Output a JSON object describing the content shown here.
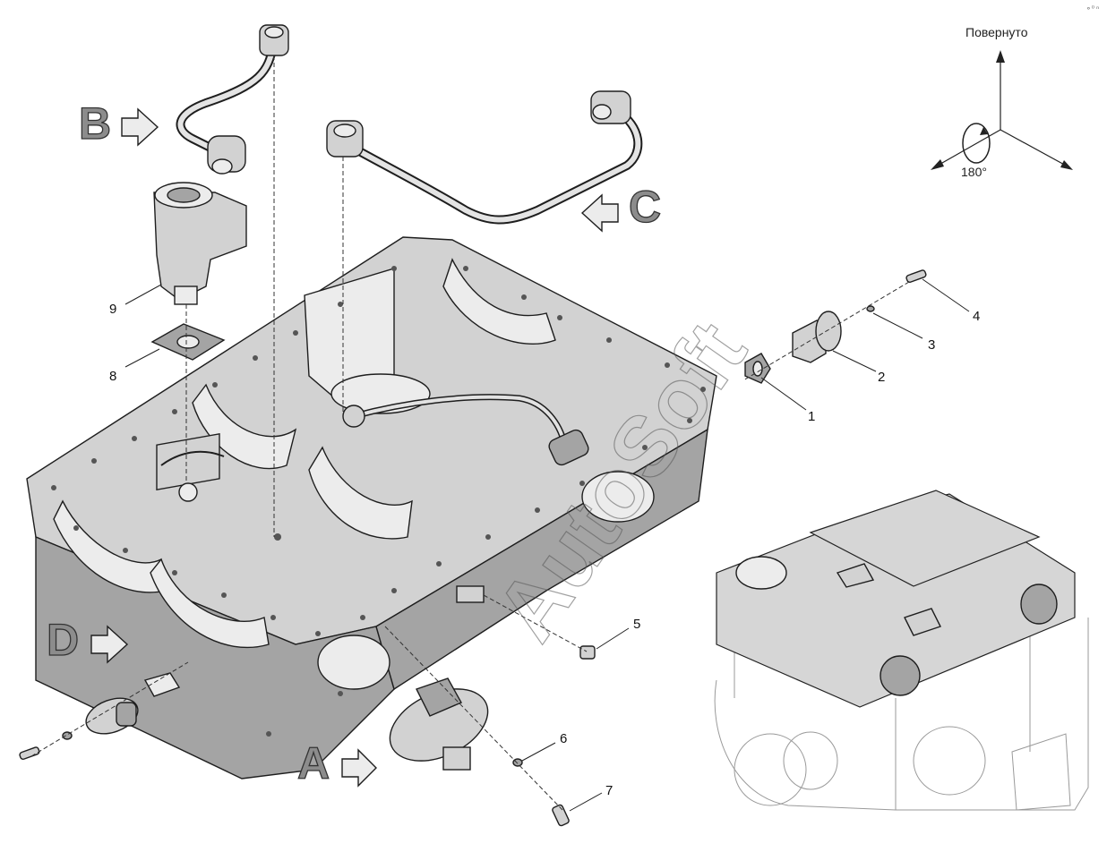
{
  "orientation": {
    "label": "Повернуто",
    "angle": "180°"
  },
  "watermark": "AutoSoft",
  "views": [
    "A",
    "B",
    "C",
    "D"
  ],
  "callouts": [
    "1",
    "2",
    "3",
    "4",
    "5",
    "6",
    "7",
    "8",
    "9"
  ]
}
